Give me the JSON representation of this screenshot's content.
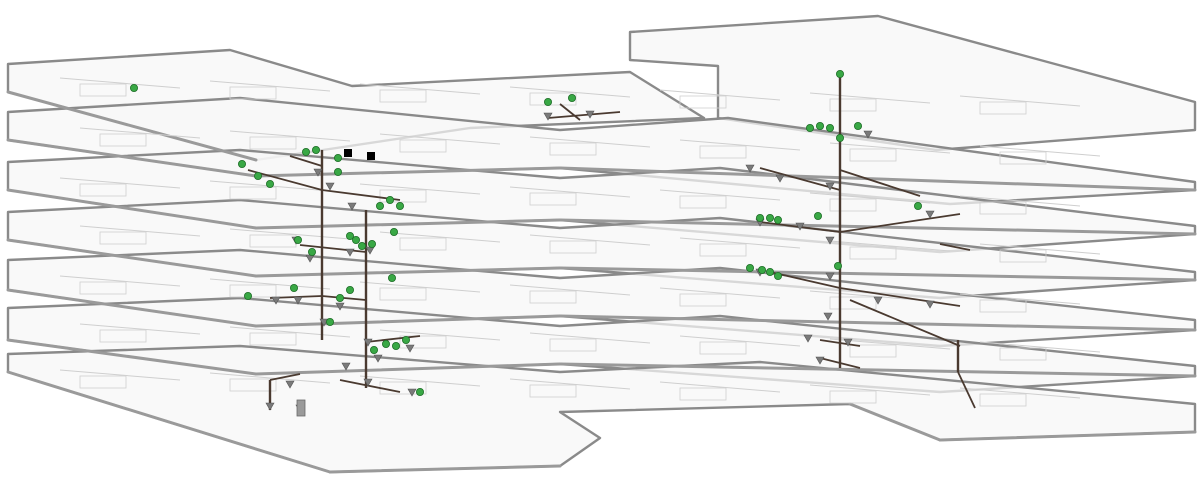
{
  "scene": {
    "type": "isometric-plumbing-riser-diagram",
    "floor_count": 7,
    "colors": {
      "background": "#ffffff",
      "slab_fill": "#f7f7f7",
      "slab_edge": "#8a8a8a",
      "slab_top": "#c8c8c8",
      "plan_lines": "#cfcfcf",
      "pipe": "#4a3a30",
      "fixture": "#7a7a7a",
      "node": "#39a845",
      "node_stroke": "#1f6e28",
      "marker": "#000000"
    },
    "icons": {
      "node": "green-sphere-fixture-node",
      "marker": "black-square-marker"
    }
  }
}
